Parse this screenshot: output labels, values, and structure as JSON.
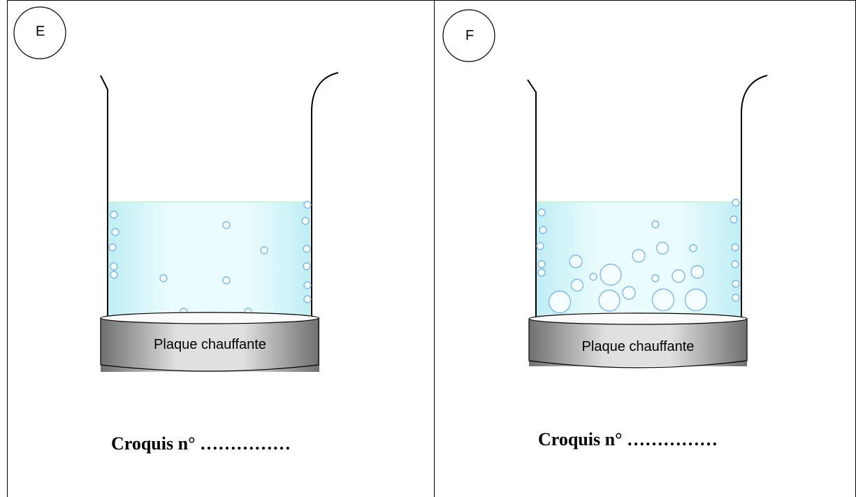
{
  "panels": [
    {
      "id": "E",
      "label": "E",
      "plate_label": "Plaque chauffante",
      "caption": "Croquis n° ……………"
    },
    {
      "id": "F",
      "label": "F",
      "plate_label": "Plaque chauffante",
      "caption": "Croquis n° ……………"
    }
  ],
  "colors": {
    "water_light": "#e6fbfc",
    "water_mid": "#bfeef4",
    "bubble_stroke": "#7fb7ee",
    "plate_dark": "#6f6f6f",
    "plate_light": "#d9d9d9",
    "border": "#000000"
  }
}
